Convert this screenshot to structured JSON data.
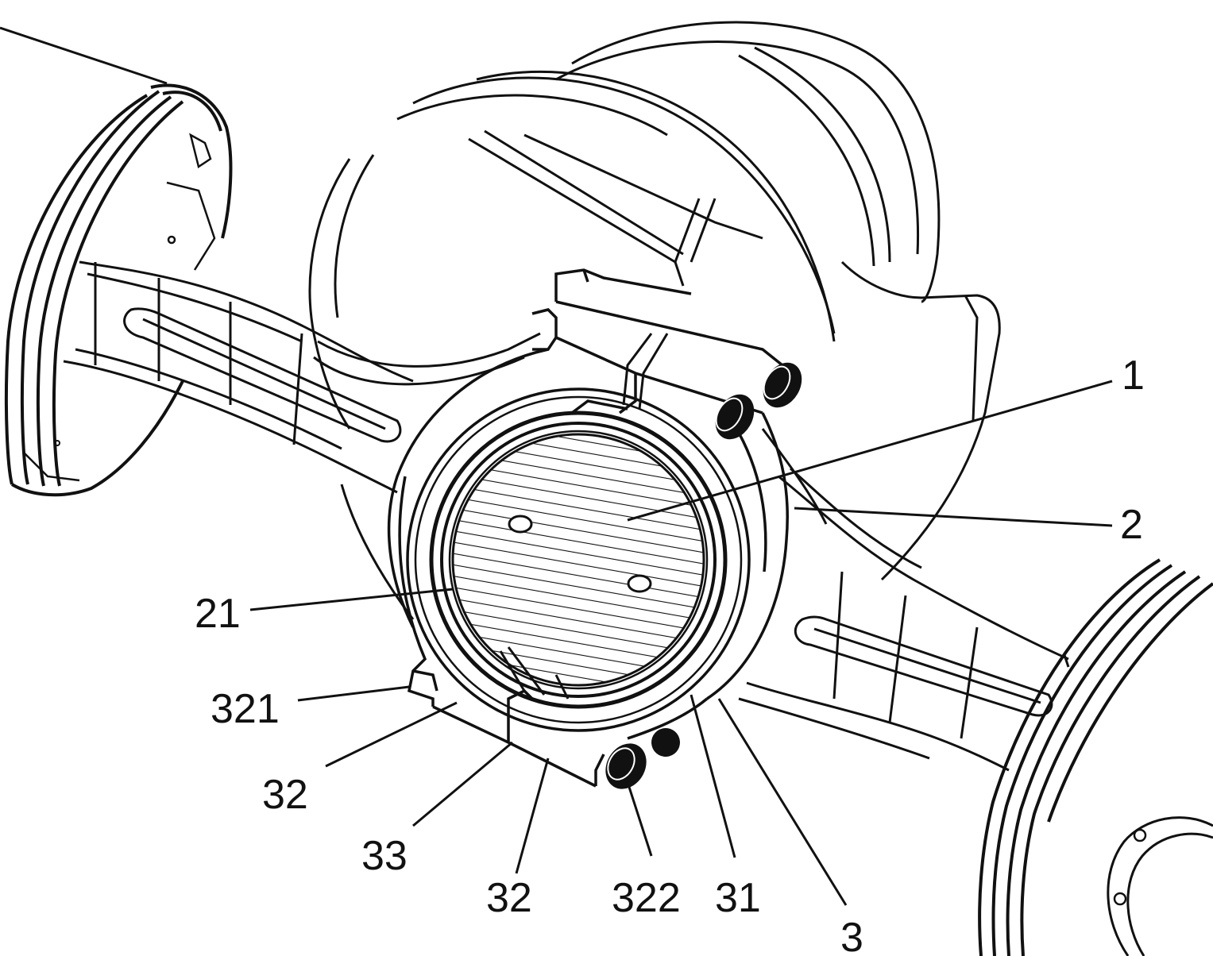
{
  "figure": {
    "labels": [
      {
        "id": "label-1",
        "text": "1"
      },
      {
        "id": "label-2",
        "text": "2"
      },
      {
        "id": "label-21",
        "text": "21"
      },
      {
        "id": "label-321",
        "text": "321"
      },
      {
        "id": "label-32-left",
        "text": "32"
      },
      {
        "id": "label-33",
        "text": "33"
      },
      {
        "id": "label-32-bottom",
        "text": "32"
      },
      {
        "id": "label-322",
        "text": "322"
      },
      {
        "id": "label-31",
        "text": "31"
      },
      {
        "id": "label-3",
        "text": "3"
      }
    ]
  }
}
